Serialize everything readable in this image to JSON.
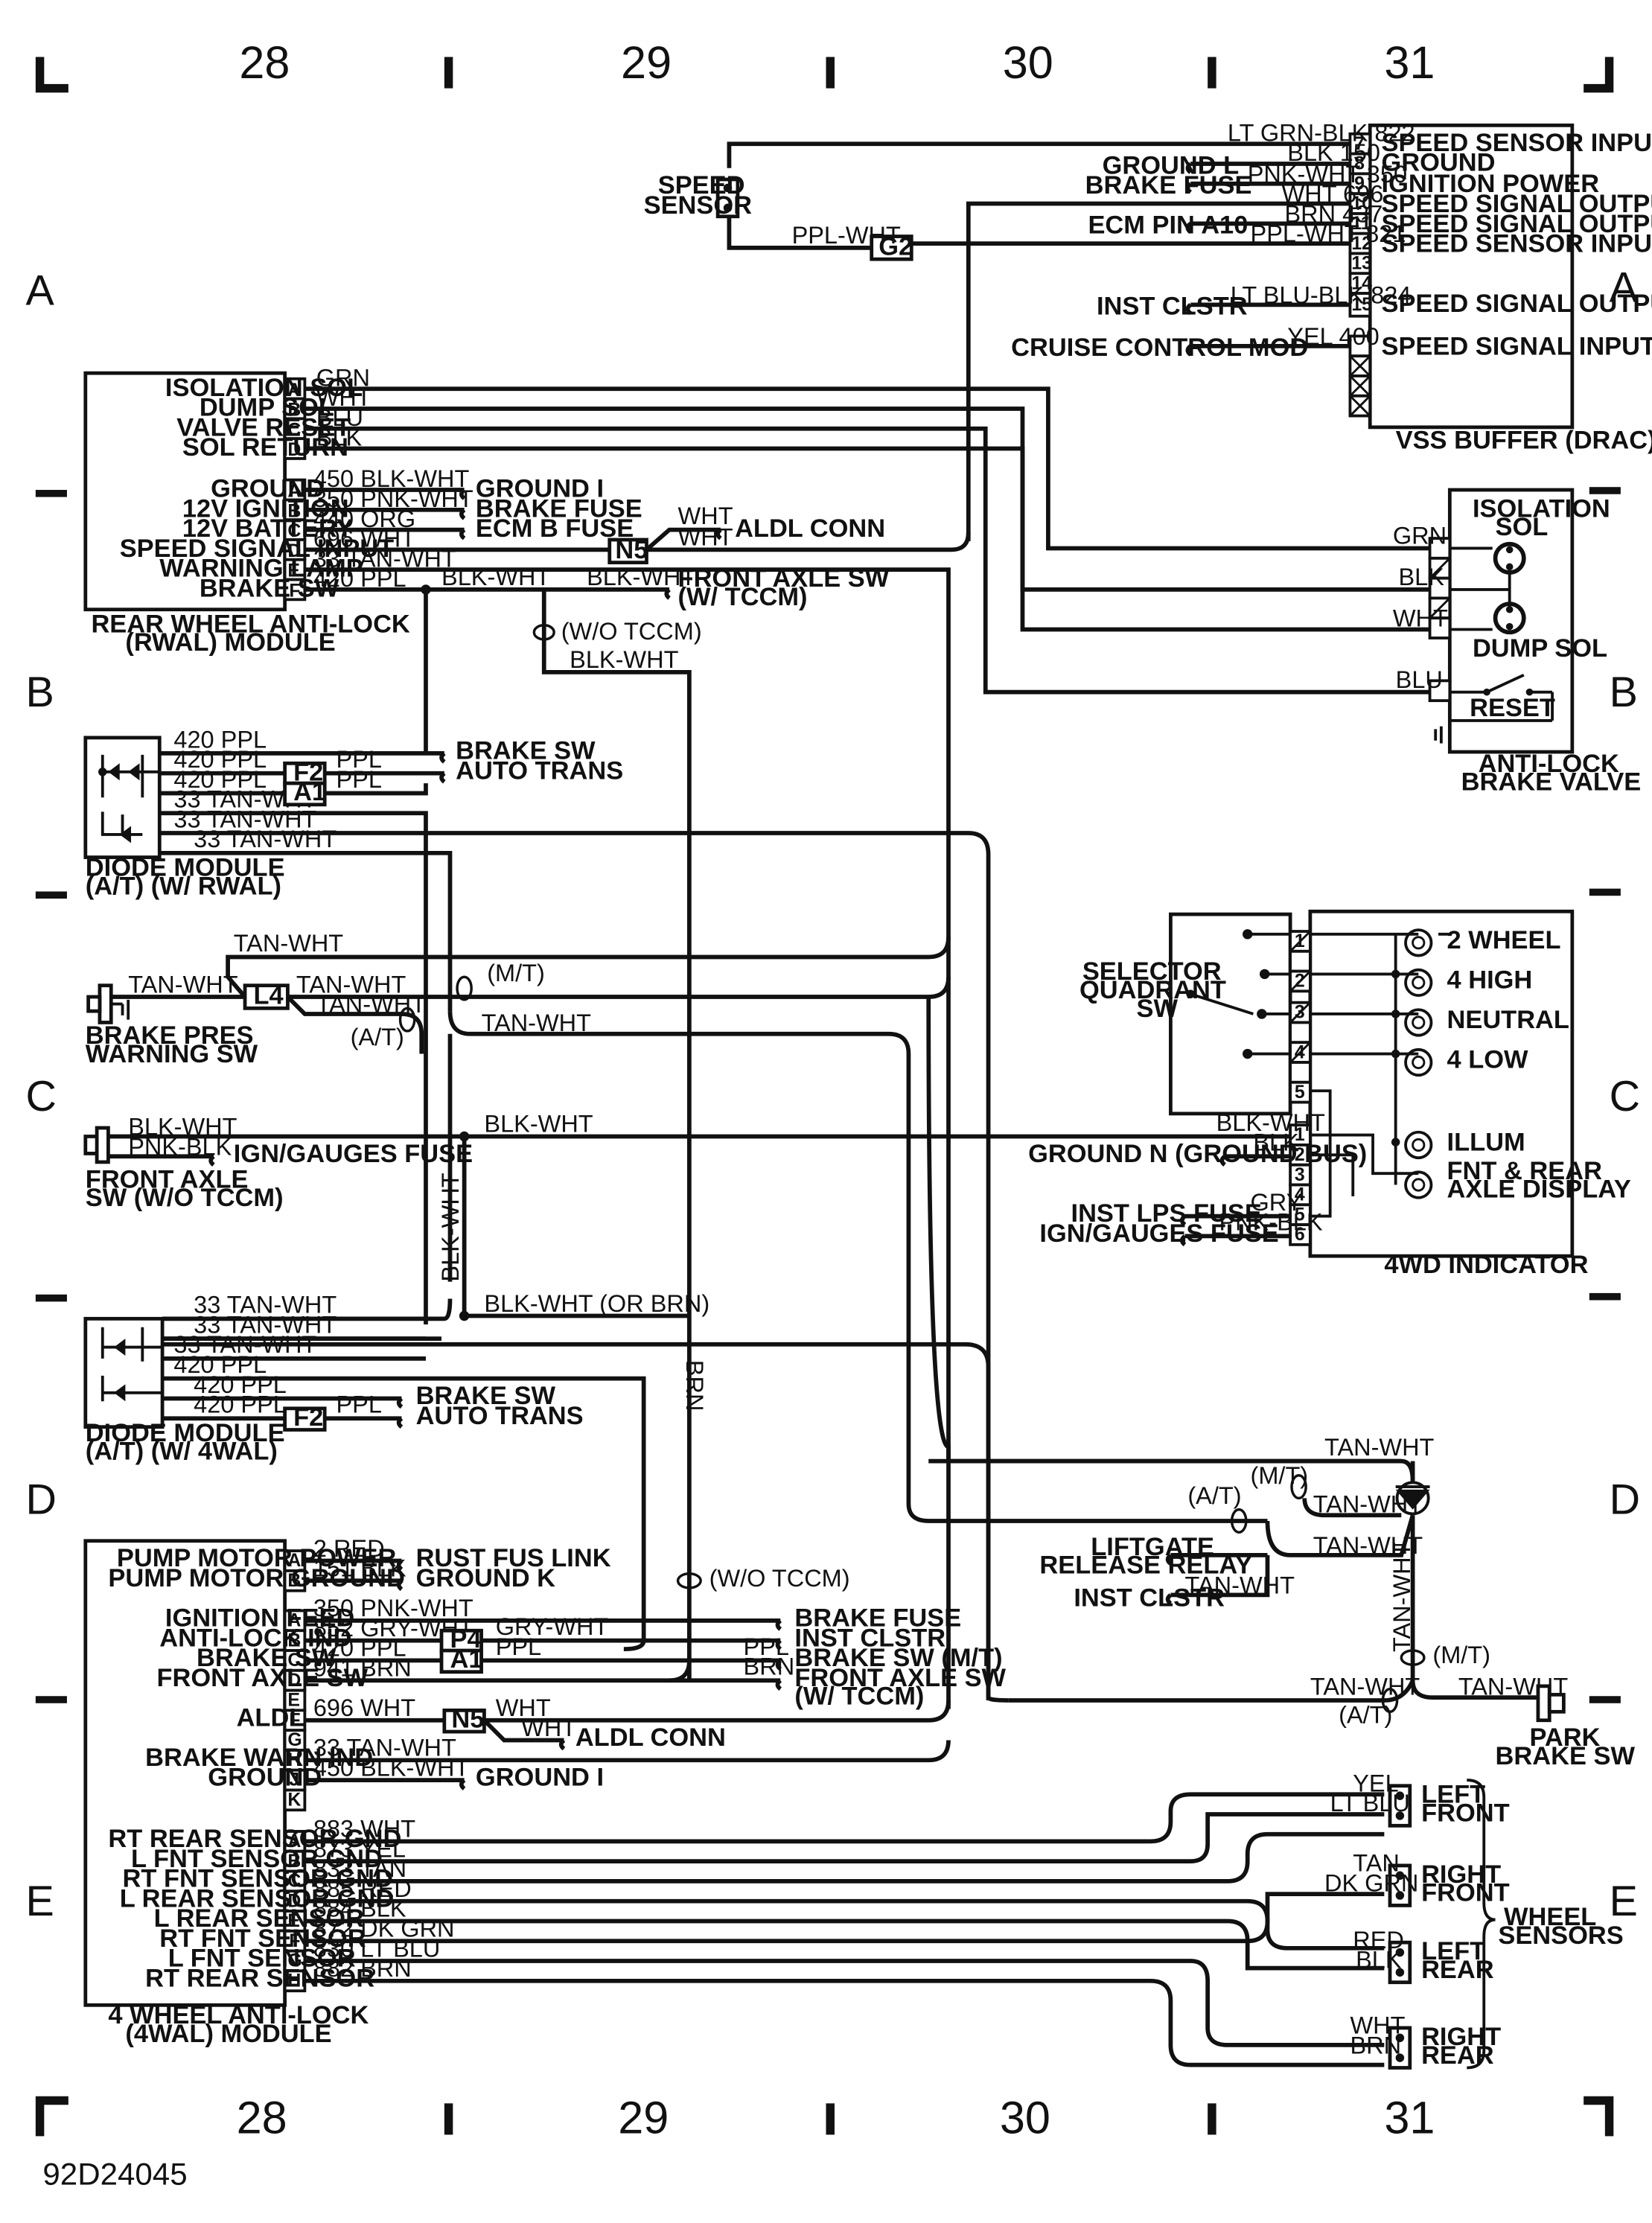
{
  "grid": {
    "cols": [
      "28",
      "29",
      "30",
      "31"
    ],
    "rows": [
      "A",
      "B",
      "C",
      "D",
      "E"
    ]
  },
  "footer_code": "92D24045",
  "vss": {
    "title": "VSS BUFFER (DRAC)",
    "pins": [
      {
        "n": "7",
        "func": "SPEED SENSOR INPUT",
        "wire": "LT GRN-BLK 822",
        "dest": ""
      },
      {
        "n": "8",
        "func": "GROUND",
        "wire": "BLK 150",
        "dest": "GROUND L"
      },
      {
        "n": "9",
        "func": "IGNITION POWER",
        "wire": "PNK-WHT 350",
        "dest": "BRAKE FUSE"
      },
      {
        "n": "10",
        "func": "SPEED SIGNAL OUTPUT",
        "wire": "WHT 696",
        "dest": ""
      },
      {
        "n": "11",
        "func": "SPEED SIGNAL OUTPUT",
        "wire": "BRN 437",
        "dest": "ECM PIN A10"
      },
      {
        "n": "12",
        "func": "SPEED SENSOR INPUT",
        "wire": "PPL-WHT 821",
        "dest": ""
      },
      {
        "n": "13",
        "func": "",
        "wire": "",
        "dest": ""
      },
      {
        "n": "14",
        "func": "",
        "wire": "",
        "dest": ""
      },
      {
        "n": "15",
        "func": "SPEED SIGNAL OUTPUT",
        "wire": "LT BLU-BLK 824",
        "dest": "INST CLSTR"
      },
      {
        "n": "",
        "func": "SPEED SIGNAL INPUT",
        "wire": "YEL 400",
        "dest": "CRUISE CONTROL MOD"
      }
    ]
  },
  "speed_sensor": {
    "label": [
      "SPEED",
      "SENSOR"
    ],
    "wire": "PPL-WHT",
    "conn": "G2"
  },
  "rwal": {
    "title": [
      "REAR WHEEL ANTI-LOCK",
      "(RWAL) MODULE"
    ],
    "pins_a": [
      {
        "p": "A",
        "func": "ISOLATION SOL",
        "wire": "GRN"
      },
      {
        "p": "B",
        "func": "DUMP SOL",
        "wire": "WHT"
      },
      {
        "p": "C",
        "func": "VALVE RESET",
        "wire": "BLU"
      },
      {
        "p": "D",
        "func": "SOL RETURN",
        "wire": "BLK"
      }
    ],
    "pins_b": [
      {
        "p": "A",
        "func": "GROUND",
        "wire": "450 BLK-WHT",
        "dest": "GROUND I"
      },
      {
        "p": "B",
        "func": "12V IGNITION",
        "wire": "350 PNK-WHT",
        "dest": "BRAKE FUSE"
      },
      {
        "p": "C",
        "func": "12V BATTERY",
        "wire": "440 ORG",
        "dest": "ECM B FUSE"
      },
      {
        "p": "D",
        "func": "SPEED SIGNAL INPUT",
        "wire": "696 WHT",
        "dest": ""
      },
      {
        "p": "E",
        "func": "WARNING LAMP",
        "wire": "33 TAN-WHT",
        "dest": ""
      },
      {
        "p": "F",
        "func": "BRAKE SW",
        "wire": "420 PPL",
        "dest": ""
      }
    ],
    "n5": "N5",
    "n5_wire1": "WHT",
    "n5_wire2": "WHT",
    "aldl": "ALDL CONN",
    "f_wire1": "BLK-WHT",
    "f_wire2": "BLK-WHT",
    "front_axle": [
      "FRONT AXLE SW",
      "(W/ TCCM)"
    ],
    "wo_tccm": "(W/O TCCM)",
    "drop_wire": "BLK-WHT"
  },
  "abv": {
    "title": [
      "ANTI-LOCK",
      "BRAKE VALVE"
    ],
    "iso": [
      "ISOLATION",
      "SOL"
    ],
    "dump": "DUMP SOL",
    "reset": "RESET",
    "wires": [
      "GRN",
      "BLK",
      "WHT",
      "BLU"
    ]
  },
  "diode1": {
    "title": [
      "DIODE MODULE",
      "(A/T) (W/ RWAL)"
    ],
    "wires": [
      "420 PPL",
      "420 PPL",
      "420 PPL",
      "33 TAN-WHT",
      "33 TAN-WHT",
      "33 TAN-WHT"
    ],
    "f2": "F2",
    "a1": "A1",
    "ppl1": "PPL",
    "ppl2": "PPL",
    "brake_sw": "BRAKE SW",
    "auto_trans": "AUTO TRANS"
  },
  "brake_pres": {
    "title": [
      "BRAKE PRES",
      "WARNING SW"
    ],
    "wire": "TAN-WHT",
    "l4": "L4",
    "top_wire": "TAN-WHT",
    "w1": "TAN-WHT",
    "w2": "TAN-WHT",
    "mt": "(M/T)",
    "at": "(A/T)",
    "w3": "TAN-WHT"
  },
  "front_axle": {
    "title": [
      "FRONT AXLE",
      "SW (W/O TCCM)"
    ],
    "w1": "BLK-WHT",
    "w2": "PNK-BLK",
    "dest": "IGN/GAUGES FUSE",
    "run": "BLK-WHT",
    "vert": "BLK-WHT",
    "bottom": "BLK-WHT (OR BRN)",
    "brn": "BRN"
  },
  "selector": {
    "label": [
      "SELECTOR",
      "QUADRANT",
      "SW"
    ],
    "lamps": [
      "2 WHEEL",
      "4 HIGH",
      "NEUTRAL",
      "4 LOW",
      "ILLUM",
      "FNT & REAR",
      "AXLE DISPLAY"
    ],
    "pins": [
      "1",
      "2",
      "3",
      "4",
      "5",
      "1",
      "2",
      "3",
      "4",
      "5",
      "6"
    ],
    "title": "4WD INDICATOR",
    "wires": [
      {
        "w": "BLK-WHT",
        "d": ""
      },
      {
        "w": "BLK",
        "d": "GROUND N (GROUND BUS)"
      },
      {
        "w": "GRY",
        "d": "INST LPS FUSE"
      },
      {
        "w": "PNK-BLK",
        "d": "IGN/GAUGES FUSE"
      }
    ]
  },
  "diode2": {
    "title": [
      "DIODE MODULE",
      "(A/T) (W/ 4WAL)"
    ],
    "wires": [
      "33 TAN-WHT",
      "33 TAN-WHT",
      "33 TAN-WHT",
      "420 PPL",
      "420 PPL",
      "420 PPL"
    ],
    "f2": "F2",
    "ppl": "PPL",
    "brake_sw": "BRAKE SW",
    "auto_trans": "AUTO TRANS"
  },
  "park": {
    "w_top": "TAN-WHT",
    "mt": "(M/T)",
    "at": "(A/T)",
    "w_mid": "TAN-WHT",
    "liftgate": [
      "LIFTGATE",
      "RELEASE RELAY"
    ],
    "w_lift": "TAN-WHT",
    "inst": "INST CLSTR",
    "w_inst": "TAN-WHT",
    "vert": "TAN-WHT",
    "mt2": "(M/T)",
    "w_left": "TAN-WHT",
    "at2": "(A/T)",
    "w_right": "TAN-WHT",
    "title": [
      "PARK",
      "BRAKE SW"
    ]
  },
  "wal": {
    "title": [
      "4 WHEEL ANTI-LOCK",
      "(4WAL) MODULE"
    ],
    "pins1": [
      {
        "p": "A",
        "func": "PUMP MOTOR POWER",
        "wire": "2 RED",
        "dest": "RUST FUS LINK"
      },
      {
        "p": "B",
        "func": "PUMP MOTOR GROUND",
        "wire": "151 BLK",
        "dest": "GROUND K"
      }
    ],
    "pins2": [
      {
        "p": "A",
        "func": "IGNITION FEED",
        "wire": "350 PNK-WHT",
        "dest": "BRAKE FUSE"
      },
      {
        "p": "B",
        "func": "ANTI-LOCK IND",
        "wire": "852 GRY-WHT",
        "dest": "INST CLSTR"
      },
      {
        "p": "C",
        "func": "BRAKE SW",
        "wire": "420 PPL",
        "dest": "BRAKE SW (M/T)"
      },
      {
        "p": "D",
        "func": "FRONT AXLE SW",
        "wire": "941 BRN",
        "dest": "FRONT AXLE SW"
      },
      {
        "p": "E",
        "func": "",
        "wire": "",
        "dest": ""
      },
      {
        "p": "F",
        "func": "ALDL",
        "wire": "696 WHT",
        "dest": ""
      },
      {
        "p": "G",
        "func": "",
        "wire": "",
        "dest": ""
      },
      {
        "p": "H",
        "func": "BRAKE WARN IND",
        "wire": "33 TAN-WHT",
        "dest": ""
      },
      {
        "p": "J",
        "func": "GROUND",
        "wire": "450 BLK-WHT",
        "dest": "GROUND I"
      },
      {
        "p": "K",
        "func": "",
        "wire": "",
        "dest": ""
      }
    ],
    "p4": "P4",
    "a1": "A1",
    "gry_wht": "GRY-WHT",
    "ppl": "PPL",
    "ppl2": "PPL",
    "brn": "BRN",
    "tccm": "(W/ TCCM)",
    "wo_tccm": "(W/O TCCM)",
    "n5": "N5",
    "n5_w1": "WHT",
    "n5_w2": "WHT",
    "aldl": "ALDL CONN",
    "pins3": [
      {
        "p": "A",
        "func": "RT REAR SENSOR GND",
        "wire": "883 WHT"
      },
      {
        "p": "B",
        "func": "L FNT SENSOR GND",
        "wire": "873 YEL"
      },
      {
        "p": "C",
        "func": "RT FNT SENSOR GND",
        "wire": "833 TAN"
      },
      {
        "p": "D",
        "func": "L REAR SENSOR GND",
        "wire": "885 RED"
      },
      {
        "p": "E",
        "func": "L REAR SENSOR",
        "wire": "884 BLK"
      },
      {
        "p": "F",
        "func": "RT FNT SENSOR",
        "wire": "872 DK GRN"
      },
      {
        "p": "G",
        "func": "L FNT SENSOR",
        "wire": "830 LT BLU"
      },
      {
        "p": "H",
        "func": "RT REAR SENSOR",
        "wire": "882 BRN"
      }
    ]
  },
  "sensors": {
    "title": [
      "WHEEL",
      "SENSORS"
    ],
    "items": [
      {
        "name": [
          "LEFT",
          "FRONT"
        ],
        "w1": "YEL",
        "w2": "LT BLU"
      },
      {
        "name": [
          "RIGHT",
          "FRONT"
        ],
        "w1": "TAN",
        "w2": "DK GRN"
      },
      {
        "name": [
          "LEFT",
          "REAR"
        ],
        "w1": "RED",
        "w2": "BLK"
      },
      {
        "name": [
          "RIGHT",
          "REAR"
        ],
        "w1": "WHT",
        "w2": "BRN"
      }
    ]
  }
}
